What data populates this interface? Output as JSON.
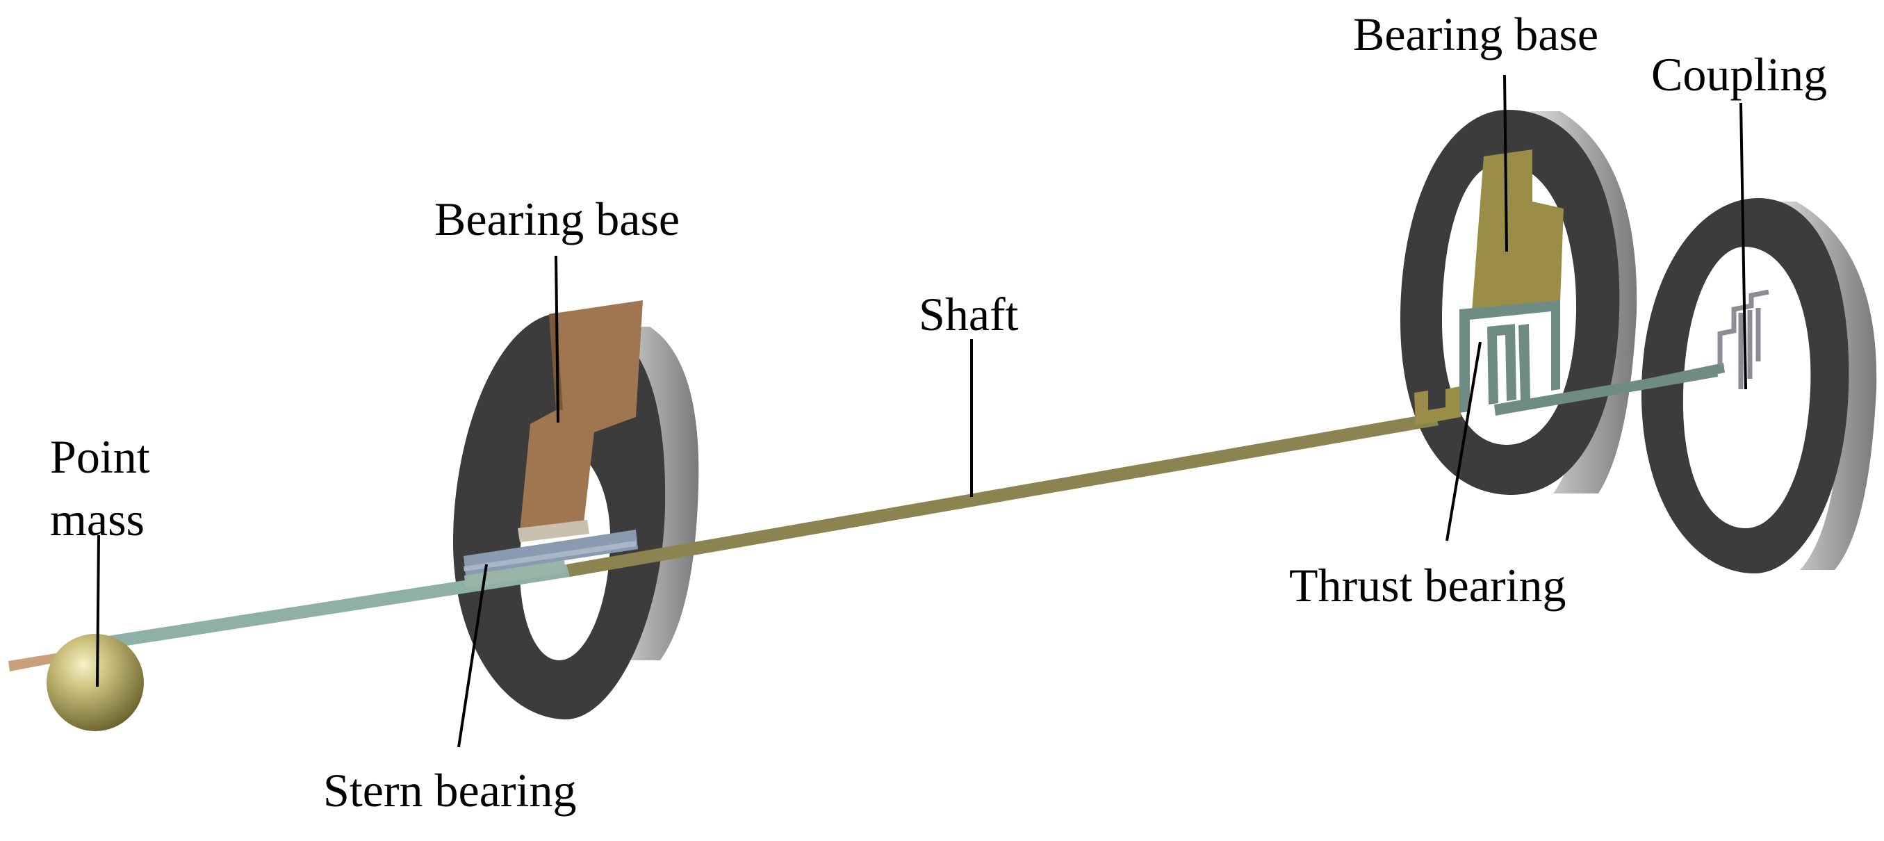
{
  "labels": {
    "point_mass_line1": "Point",
    "point_mass_line2": "mass",
    "stern_bearing": "Stern bearing",
    "bearing_base_left": "Bearing base",
    "shaft": "Shaft",
    "bearing_base_right": "Bearing base",
    "thrust_bearing": "Thrust bearing",
    "coupling": "Coupling"
  },
  "colors": {
    "background": "#ffffff",
    "ring_face": "#3c3c3c",
    "ring_edge": "#bdbdbd",
    "shaft_olive": "#8c8450",
    "shaft_teal": "#8fb0a6",
    "bearing_base_brown": "#a07650",
    "bearing_base_olive": "#9a8d48",
    "thrust_teal": "#6f8c84",
    "stern_bearing_blue": "#8a9ab0",
    "point_mass": "#a49a54",
    "coupling_gray": "#8c8c94"
  }
}
